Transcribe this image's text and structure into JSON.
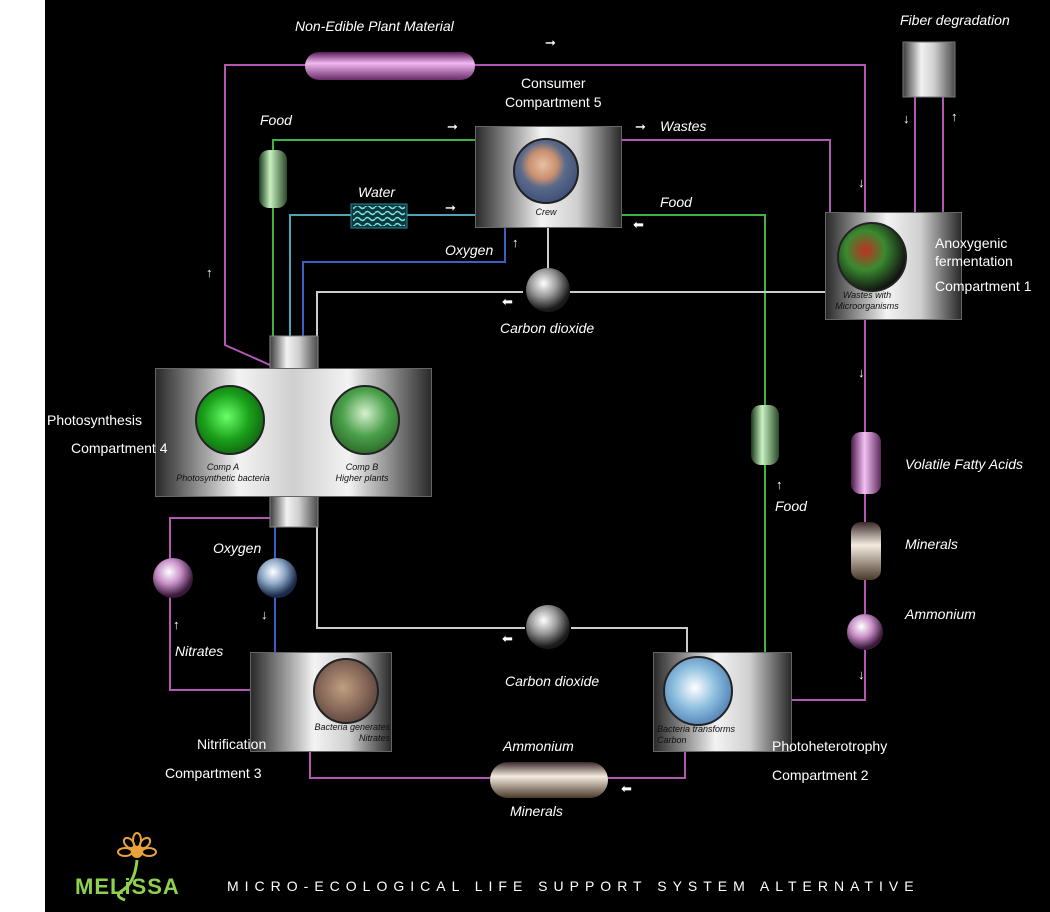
{
  "colors": {
    "background": "#000000",
    "plant_line": "#b257b2",
    "food_line": "#3fb23f",
    "water_line": "#4aa6b6",
    "oxygen_line": "#3b5fc4",
    "co2_line": "#cccccc",
    "logo_green": "#8fd14f",
    "logo_orange": "#e8a23a"
  },
  "labels": {
    "non_edible": "Non-Edible Plant Material",
    "fiber_degradation": "Fiber degradation",
    "consumer_line1": "Consumer",
    "consumer_line2": "Compartment 5",
    "food_top": "Food",
    "wastes": "Wastes",
    "water": "Water",
    "oxygen_top": "Oxygen",
    "food_right": "Food",
    "carbon_dioxide_top": "Carbon dioxide",
    "anoxygenic_line1": "Anoxygenic",
    "anoxygenic_line2": "fermentation",
    "compartment1": "Compartment 1",
    "photosynthesis": "Photosynthesis",
    "compartment4": "Compartment 4",
    "volatile_fatty_acids": "Volatile Fatty Acids",
    "food_mid": "Food",
    "minerals_right": "Minerals",
    "ammonium_right": "Ammonium",
    "oxygen_left": "Oxygen",
    "nitrates": "Nitrates",
    "carbon_dioxide_bottom": "Carbon dioxide",
    "ammonium_bottom": "Ammonium",
    "minerals_bottom": "Minerals",
    "nitrification": "Nitrification",
    "compartment3": "Compartment 3",
    "photoheterotrophy": "Photoheterotrophy",
    "compartment2": "Compartment 2",
    "crew": "Crew",
    "wastes_with_line1": "Wastes with",
    "wastes_with_line2": "Microorganisms",
    "comp_a_line1": "Comp A",
    "comp_a_line2": "Photosynthetic bacteria",
    "comp_b_line1": "Comp B",
    "comp_b_line2": "Higher plants",
    "nitr_caption_line1": "Bacteria generates",
    "nitr_caption_line2": "Nitrates",
    "photo_caption_line1": "Bacteria transforms",
    "photo_caption_line2": "Carbon"
  },
  "footer": {
    "logo": "MELiSSA",
    "tagline": "MICRO-ECOLOGICAL LIFE SUPPORT SYSTEM ALTERNATIVE"
  }
}
